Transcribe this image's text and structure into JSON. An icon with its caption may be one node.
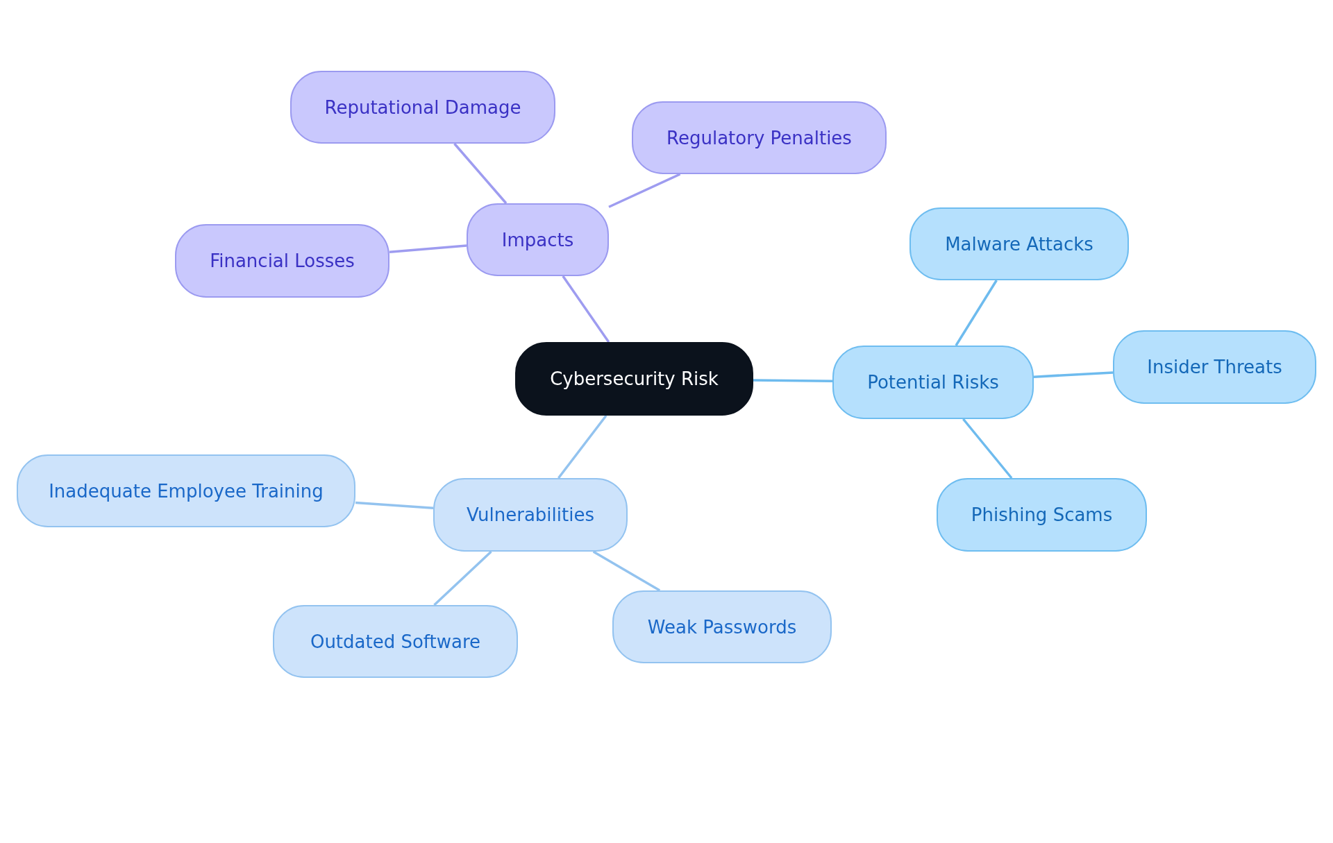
{
  "diagram": {
    "nodes": [
      {
        "text": [
          "Cybersecurity Risk"
        ]
      },
      {
        "text": [
          "Impacts"
        ]
      },
      {
        "text": [
          "Reputational Damage"
        ]
      },
      {
        "text": [
          "Regulatory Penalties"
        ]
      },
      {
        "text": [
          "Financial Losses"
        ]
      },
      {
        "text": [
          "Potential Risks"
        ]
      },
      {
        "text": [
          "Malware Attacks"
        ]
      },
      {
        "text": [
          "Insider Threats"
        ]
      },
      {
        "text": [
          "Phishing Scams"
        ]
      },
      {
        "text": [
          "Vulnerabilities"
        ]
      },
      {
        "text": [
          "Inadequate Employee Training"
        ]
      },
      {
        "text": [
          "Outdated Software"
        ]
      },
      {
        "text": [
          "Weak Passwords"
        ]
      }
    ],
    "edges": [
      {
        "from": 0,
        "to": 1,
        "arrow": "none",
        "color": "#9e9cf0"
      },
      {
        "from": 1,
        "to": 2,
        "arrow": "none",
        "color": "#9e9cf0"
      },
      {
        "from": 1,
        "to": 3,
        "arrow": "none",
        "color": "#9e9cf0"
      },
      {
        "from": 1,
        "to": 4,
        "arrow": "none",
        "color": "#9e9cf0"
      },
      {
        "from": 0,
        "to": 5,
        "arrow": "none",
        "color": "#6ebbee"
      },
      {
        "from": 5,
        "to": 6,
        "arrow": "none",
        "color": "#6ebbee"
      },
      {
        "from": 5,
        "to": 7,
        "arrow": "none",
        "color": "#6ebbee"
      },
      {
        "from": 5,
        "to": 8,
        "arrow": "none",
        "color": "#6ebbee"
      },
      {
        "from": 0,
        "to": 9,
        "arrow": "none",
        "color": "#93c3ef"
      },
      {
        "from": 9,
        "to": 10,
        "arrow": "none",
        "color": "#93c3ef"
      },
      {
        "from": 9,
        "to": 11,
        "arrow": "none",
        "color": "#93c3ef"
      },
      {
        "from": 9,
        "to": 12,
        "arrow": "none",
        "color": "#93c3ef"
      }
    ]
  }
}
